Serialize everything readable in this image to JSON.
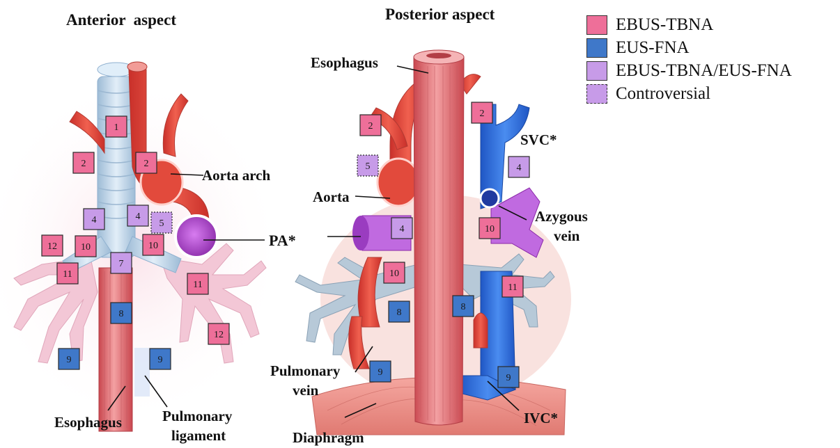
{
  "colors": {
    "ebus": "#ee6f99",
    "eus": "#3f78c9",
    "both": "#c79be8",
    "controversial": "#c79be8",
    "vessel_red": "#e4473d",
    "vessel_blue": "#2f6fe0",
    "pa_purple": "#b64bd6",
    "airway": "#b9d4ea",
    "esophagus": "#e8747a"
  },
  "titles": {
    "anterior": "Anterior  aspect",
    "posterior": "Posterior aspect"
  },
  "legend": [
    {
      "label": "EBUS-TBNA",
      "category": "ebus"
    },
    {
      "label": "EUS-FNA",
      "category": "eus"
    },
    {
      "label": "EBUS-TBNA/EUS-FNA",
      "category": "both"
    },
    {
      "label": "Controversial",
      "category": "controversial"
    }
  ],
  "labels": {
    "aorta_arch": "Aorta arch",
    "pa": "PA*",
    "esophagus_ant": "Esophagus",
    "pulmonary_ligament_1": "Pulmonary",
    "pulmonary_ligament_2": "ligament",
    "esophagus_post": "Esophagus",
    "aorta": "Aorta",
    "svc": "SVC*",
    "azygous_1": "Azygous",
    "azygous_2": "vein",
    "pulmonary_vein_1": "Pulmonary",
    "pulmonary_vein_2": "vein",
    "diaphragm": "Diaphragm",
    "ivc": "IVC*"
  },
  "stations_anterior": [
    {
      "label": "1",
      "category": "ebus"
    },
    {
      "label": "2",
      "category": "ebus"
    },
    {
      "label": "2",
      "category": "ebus"
    },
    {
      "label": "4",
      "category": "both"
    },
    {
      "label": "4",
      "category": "both"
    },
    {
      "label": "5",
      "category": "controversial"
    },
    {
      "label": "12",
      "category": "ebus"
    },
    {
      "label": "10",
      "category": "ebus"
    },
    {
      "label": "10",
      "category": "ebus"
    },
    {
      "label": "7",
      "category": "both"
    },
    {
      "label": "11",
      "category": "ebus"
    },
    {
      "label": "11",
      "category": "ebus"
    },
    {
      "label": "8",
      "category": "eus"
    },
    {
      "label": "12",
      "category": "ebus"
    },
    {
      "label": "9",
      "category": "eus"
    },
    {
      "label": "9",
      "category": "eus"
    }
  ],
  "stations_posterior": [
    {
      "label": "2",
      "category": "ebus"
    },
    {
      "label": "2",
      "category": "ebus"
    },
    {
      "label": "5",
      "category": "controversial"
    },
    {
      "label": "4",
      "category": "both"
    },
    {
      "label": "4",
      "category": "both"
    },
    {
      "label": "10",
      "category": "ebus"
    },
    {
      "label": "10",
      "category": "ebus"
    },
    {
      "label": "8",
      "category": "eus"
    },
    {
      "label": "8",
      "category": "eus"
    },
    {
      "label": "11",
      "category": "ebus"
    },
    {
      "label": "9",
      "category": "eus"
    },
    {
      "label": "9",
      "category": "eus"
    }
  ]
}
